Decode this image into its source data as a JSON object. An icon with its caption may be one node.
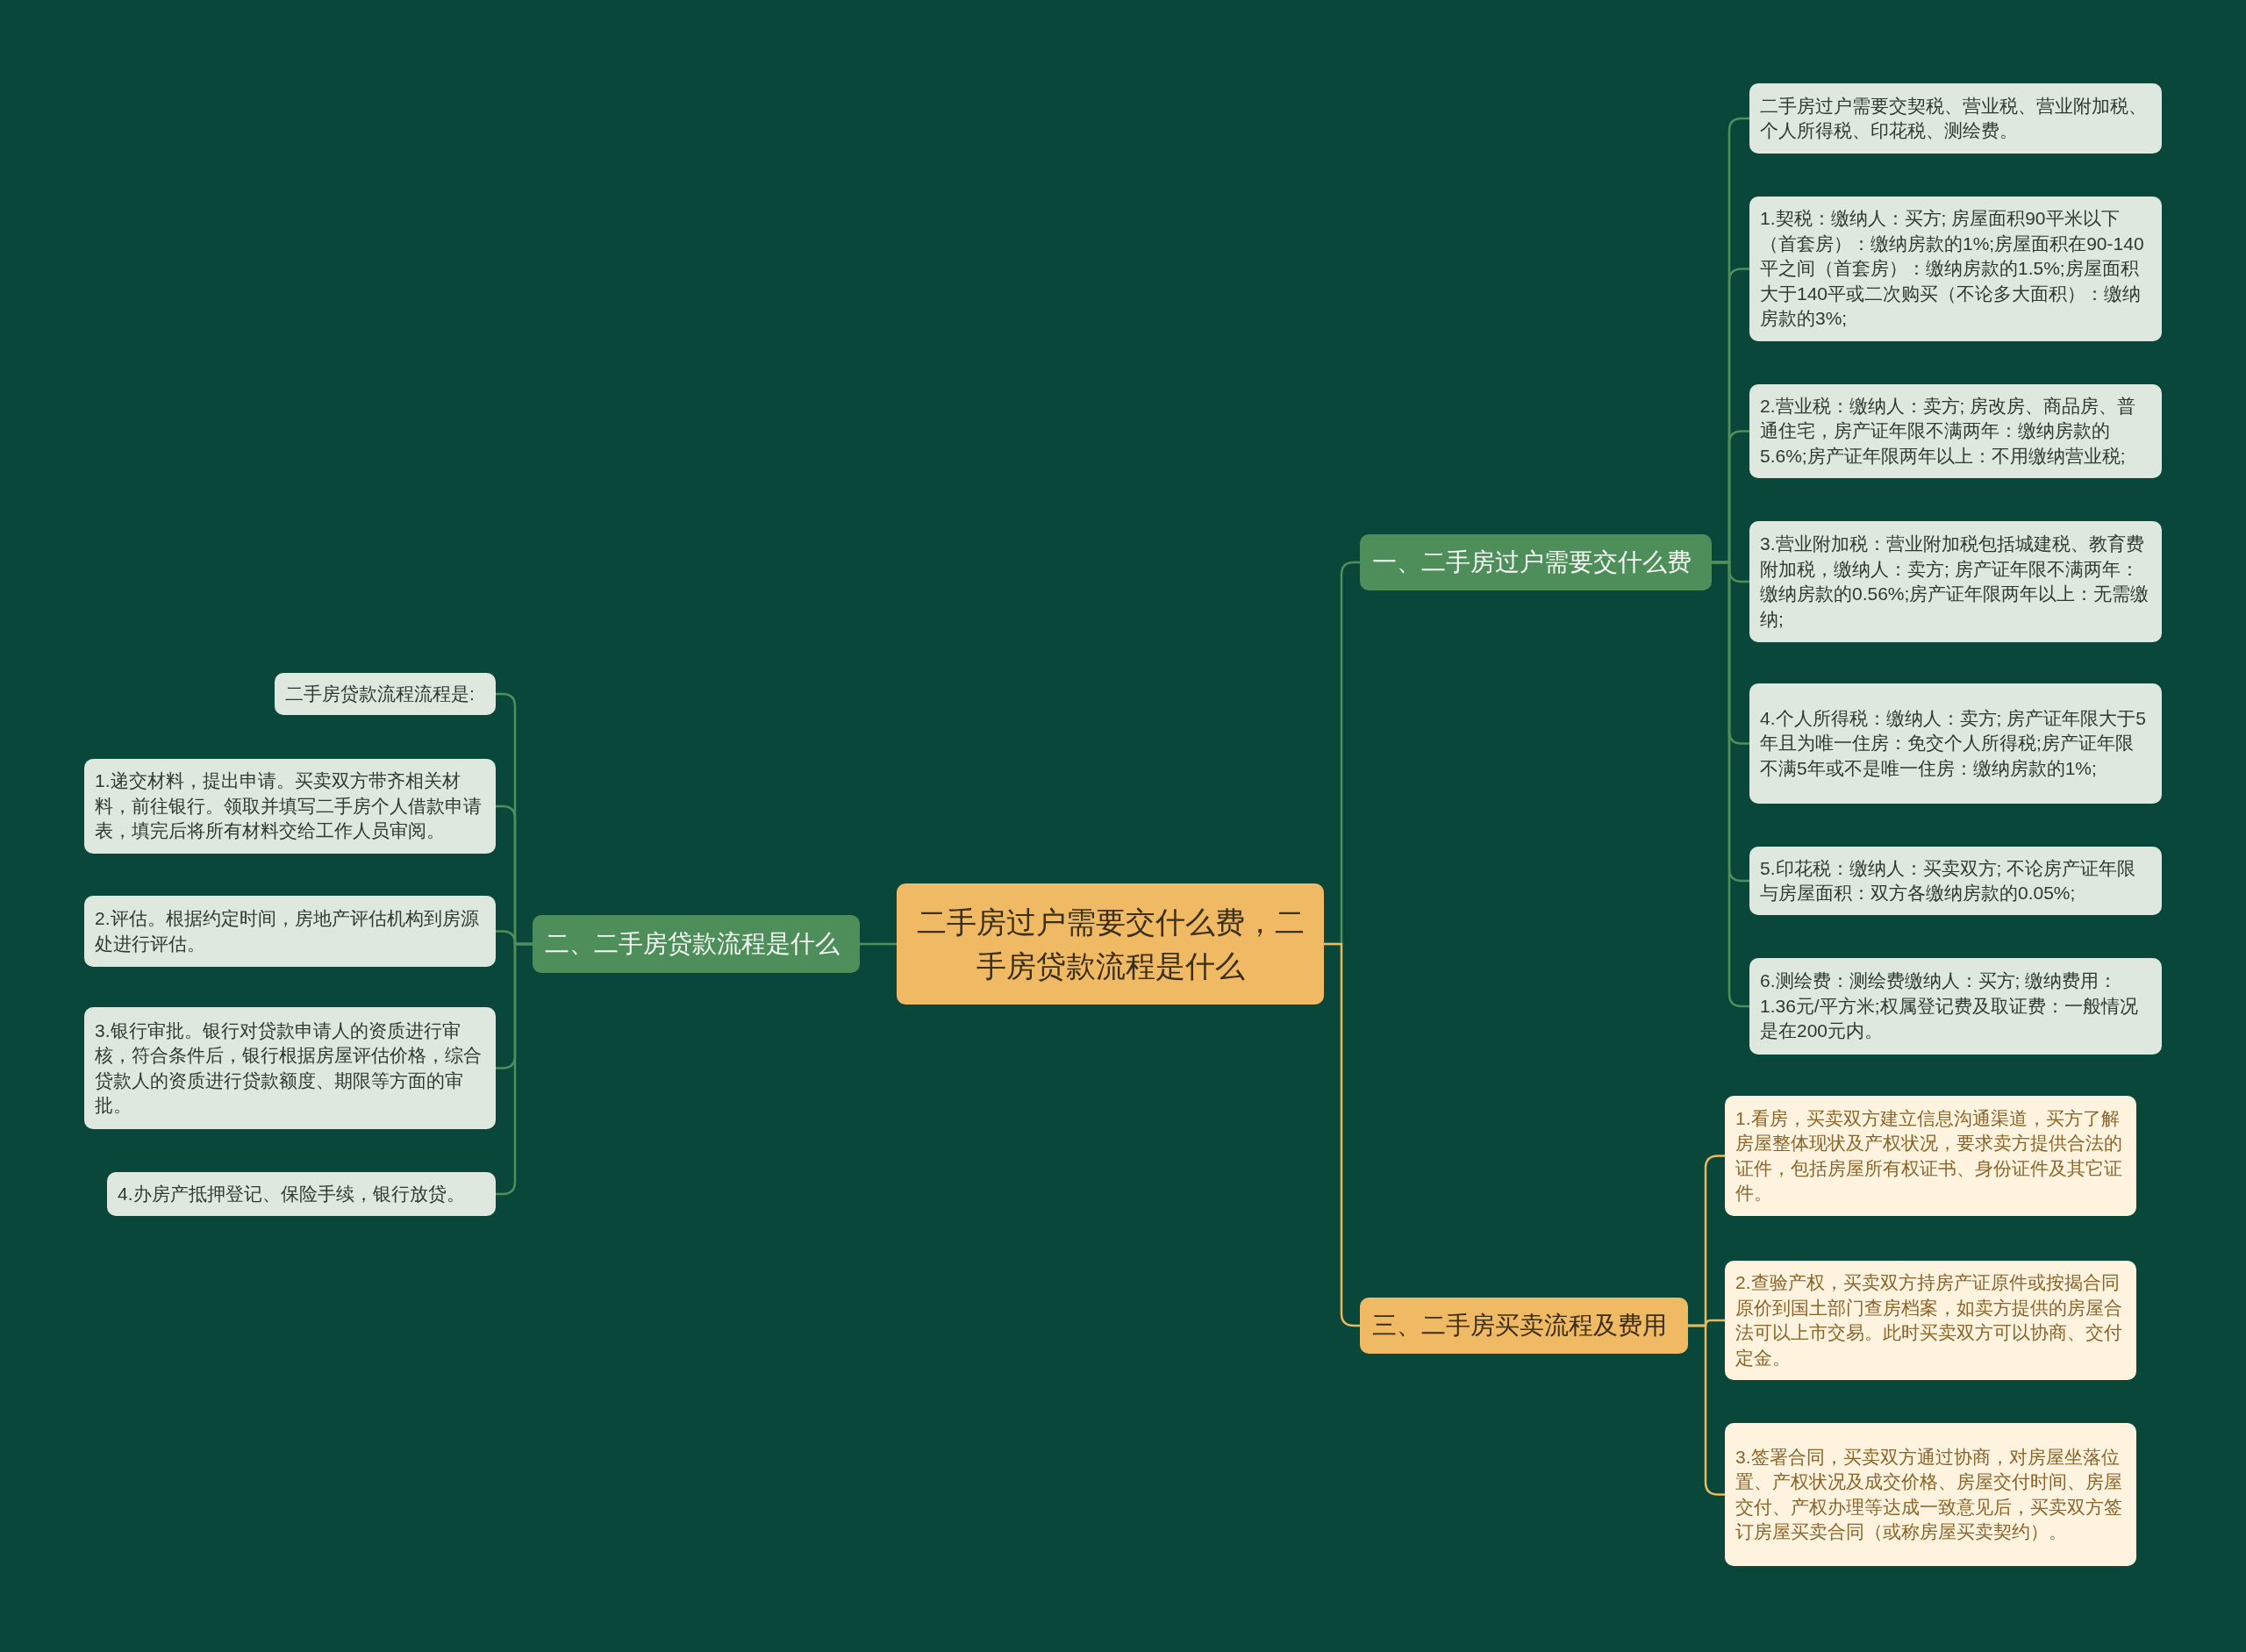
{
  "diagram": {
    "nodes": [
      {
        "text": [
          "二手房过户需要交什么费，二手房贷款流程是什么"
        ]
      },
      {
        "text": [
          "一、二手房过户需要交什么费"
        ]
      },
      {
        "text": [
          "二手房过户需要交契税、营业税、营业附加税、个人所得税、印花税、测绘费。"
        ]
      },
      {
        "text": [
          "1.契税：缴纳人：买方; 房屋面积90平米以下（首套房）：缴纳房款的1%;房屋面积在90-140平之间（首套房）：缴纳房款的1.5%;房屋面积大于140平或二次购买（不论多大面积）：缴纳房款的3%;"
        ]
      },
      {
        "text": [
          "2.营业税：缴纳人：卖方; 房改房、商品房、普通住宅，房产证年限不满两年：缴纳房款的5.6%;房产证年限两年以上：不用缴纳营业税;"
        ]
      },
      {
        "text": [
          "3.营业附加税：营业附加税包括城建税、教育费附加税，缴纳人：卖方; 房产证年限不满两年：缴纳房款的0.56%;房产证年限两年以上：无需缴纳;"
        ]
      },
      {
        "text": [
          "4.个人所得税：缴纳人：卖方; 房产证年限大于5年且为唯一住房：免交个人所得税;房产证年限不满5年或不是唯一住房：缴纳房款的1%;"
        ]
      },
      {
        "text": [
          "5.印花税：缴纳人：买卖双方; 不论房产证年限与房屋面积：双方各缴纳房款的0.05%;"
        ]
      },
      {
        "text": [
          "6.测绘费：测绘费缴纳人：买方; 缴纳费用：1.36元/平方米;权属登记费及取证费：一般情况是在200元内。"
        ]
      },
      {
        "text": [
          "二、二手房贷款流程是什么"
        ]
      },
      {
        "text": [
          "二手房贷款流程流程是:"
        ]
      },
      {
        "text": [
          "1.递交材料，提出申请。买卖双方带齐相关材料，前往银行。领取并填写二手房个人借款申请表，填完后将所有材料交给工作人员审阅。"
        ]
      },
      {
        "text": [
          "2.评估。根据约定时间，房地产评估机构到房源处进行评估。"
        ]
      },
      {
        "text": [
          "3.银行审批。银行对贷款申请人的资质进行审核，符合条件后，银行根据房屋评估价格，综合贷款人的资质进行贷款额度、期限等方面的审批。"
        ]
      },
      {
        "text": [
          "4.办房产抵押登记、保险手续，银行放贷。"
        ]
      },
      {
        "text": [
          "三、二手房买卖流程及费用"
        ]
      },
      {
        "text": [
          "1.看房，买卖双方建立信息沟通渠道，买方了解房屋整体现状及产权状况，要求卖方提供合法的证件，包括房屋所有权证书、身份证件及其它证件。"
        ]
      },
      {
        "text": [
          "2.查验产权，买卖双方持房产证原件或按揭合同原价到国土部门查房档案，如卖方提供的房屋合法可以上市交易。此时买卖双方可以协商、交付定金。"
        ]
      },
      {
        "text": [
          "3.签署合同，买卖双方通过协商，对房屋坐落位置、产权状况及成交价格、房屋交付时间、房屋交付、产权办理等达成一致意见后，买卖双方签订房屋买卖合同（或称房屋买卖契约）。"
        ]
      }
    ],
    "edges": [
      {
        "from": 0,
        "to": 1,
        "arrow": "none"
      },
      {
        "from": 0,
        "to": 9,
        "arrow": "none"
      },
      {
        "from": 0,
        "to": 15,
        "arrow": "none",
        "color": "#e8b95f"
      },
      {
        "from": 1,
        "to": 2,
        "arrow": "none"
      },
      {
        "from": 1,
        "to": 3,
        "arrow": "none"
      },
      {
        "from": 1,
        "to": 4,
        "arrow": "none"
      },
      {
        "from": 1,
        "to": 5,
        "arrow": "none"
      },
      {
        "from": 1,
        "to": 6,
        "arrow": "none"
      },
      {
        "from": 1,
        "to": 7,
        "arrow": "none"
      },
      {
        "from": 1,
        "to": 8,
        "arrow": "none"
      },
      {
        "from": 9,
        "to": 10,
        "arrow": "none"
      },
      {
        "from": 9,
        "to": 11,
        "arrow": "none"
      },
      {
        "from": 9,
        "to": 12,
        "arrow": "none"
      },
      {
        "from": 9,
        "to": 13,
        "arrow": "none"
      },
      {
        "from": 9,
        "to": 14,
        "arrow": "none"
      },
      {
        "from": 15,
        "to": 16,
        "arrow": "none",
        "color": "#e8b95f"
      },
      {
        "from": 15,
        "to": 17,
        "arrow": "none",
        "color": "#e8b95f"
      },
      {
        "from": 15,
        "to": 18,
        "arrow": "none",
        "color": "#e8b95f"
      }
    ]
  }
}
